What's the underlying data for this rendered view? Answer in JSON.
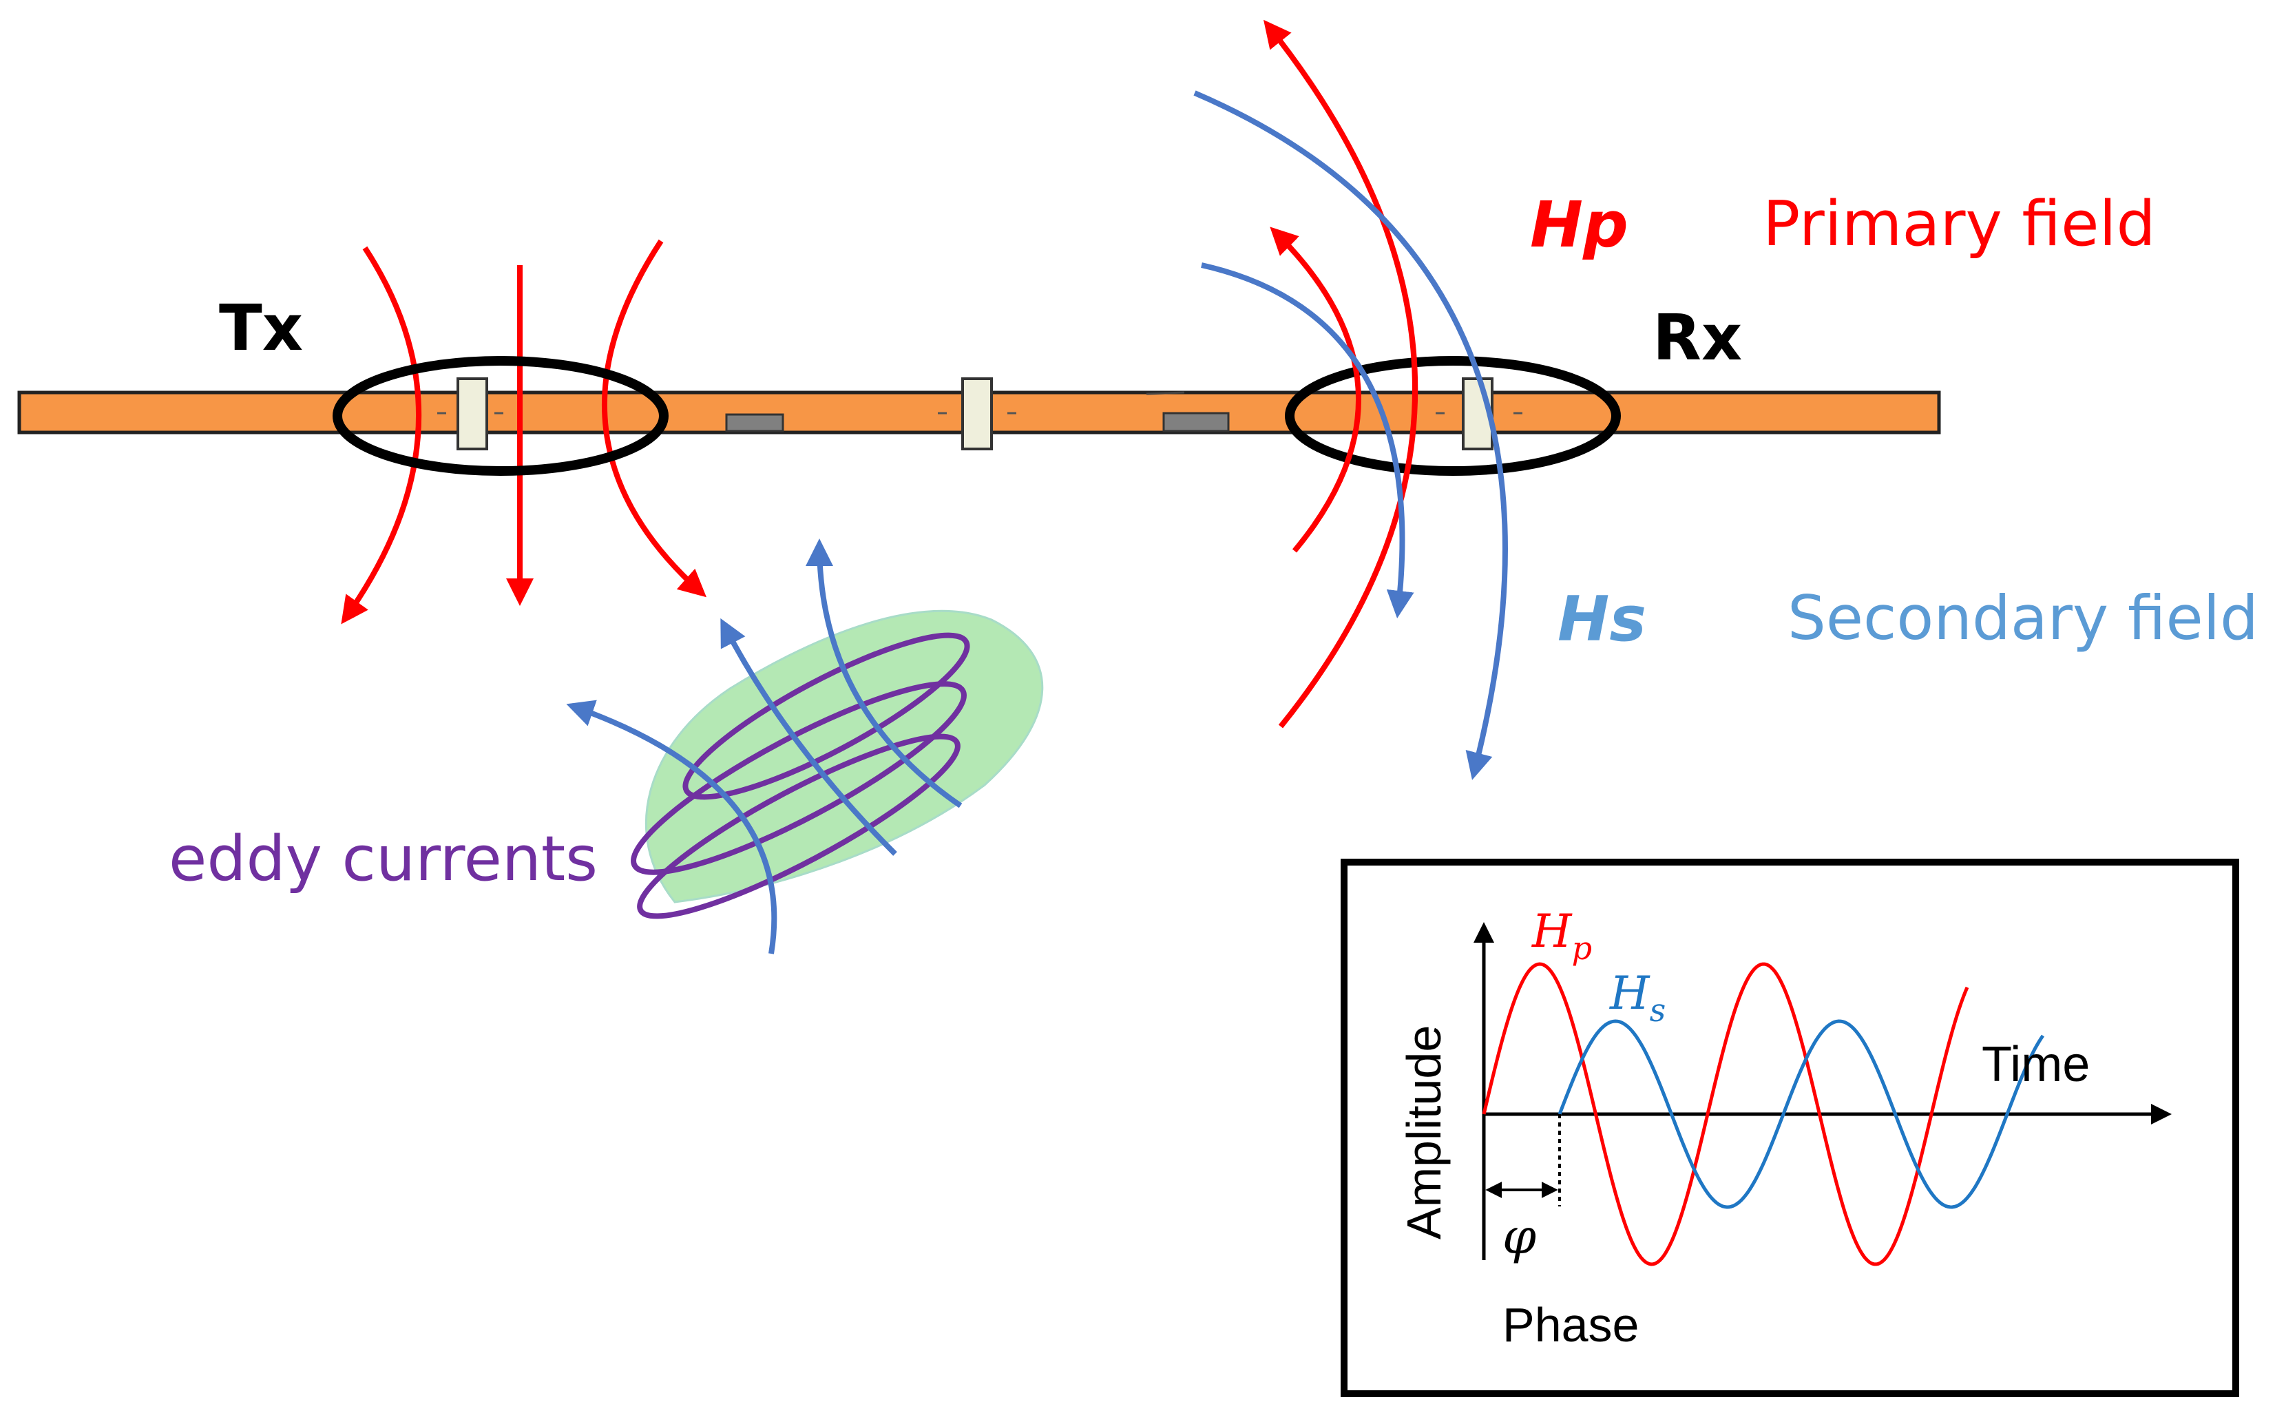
{
  "labels": {
    "tx": "Tx",
    "rx": "Rx",
    "hp": "Hp",
    "primary_field": "Primary field",
    "hs": "Hs",
    "secondary_field": "Secondary field",
    "eddy_currents": "eddy currents"
  },
  "inset": {
    "y_axis_label": "Amplitude",
    "x_axis_label": "Time",
    "hp_label": "H",
    "hp_sub": "p",
    "hs_label": "H",
    "hs_sub": "s",
    "phase_symbol": "φ",
    "phase_label": "Phase"
  },
  "colors": {
    "primary": "#ff0000",
    "secondary": "#4a78c8",
    "secondary_text": "#5b9bd5",
    "inset_secondary": "#1f77c4",
    "eddy": "#7030a0",
    "boom": "#f79646",
    "target": "#b4e8b4",
    "coil": "#000000"
  },
  "icons": {
    "coil": "ellipse-loop",
    "sensor": "rectangle-block"
  }
}
